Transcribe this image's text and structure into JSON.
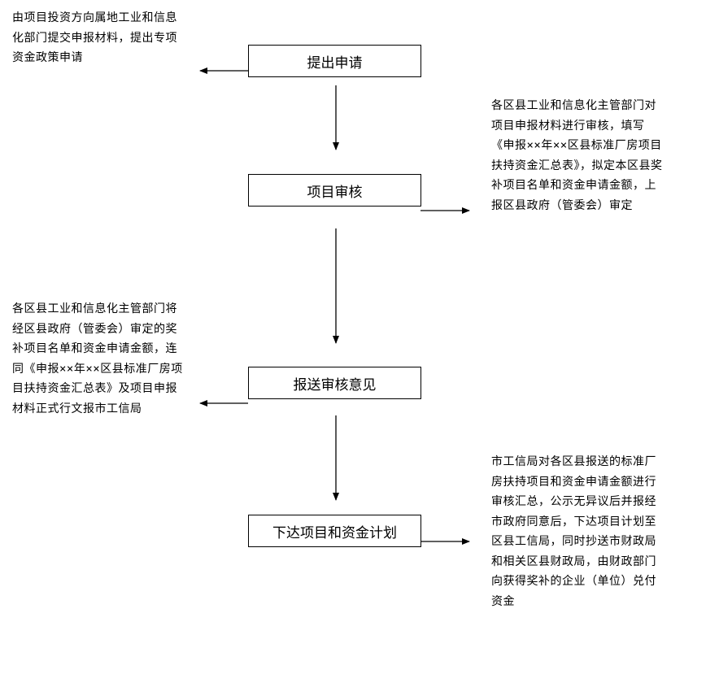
{
  "steps": [
    {
      "label": "提出申请"
    },
    {
      "label": "项目审核"
    },
    {
      "label": "报送审核意见"
    },
    {
      "label": "下达项目和资金计划"
    }
  ],
  "notes": [
    {
      "text": "由项目投资方向属地工业和信息化部门提交申报材料，提出专项资金政策申请"
    },
    {
      "text": "各区县工业和信息化主管部门对项目申报材料进行审核，填写《申报××年××区县标准厂房项目扶持资金汇总表》，拟定本区县奖补项目名单和资金申请金额，上报区县政府（管委会）审定"
    },
    {
      "text": "各区县工业和信息化主管部门将经区县政府（管委会）审定的奖补项目名单和资金申请金额，连同《申报××年××区县标准厂房项目扶持资金汇总表》及项目申报材料正式行文报市工信局"
    },
    {
      "text": "市工信局对各区县报送的标准厂房扶持项目和资金申请金额进行审核汇总，公示无异议后并报经市政府同意后，下达项目计划至区县工信局，同时抄送市财政局和相关区县财政局，由财政部门向获得奖补的企业（单位）兑付资金"
    }
  ],
  "colors": {
    "line": "#000000",
    "background": "#ffffff"
  }
}
